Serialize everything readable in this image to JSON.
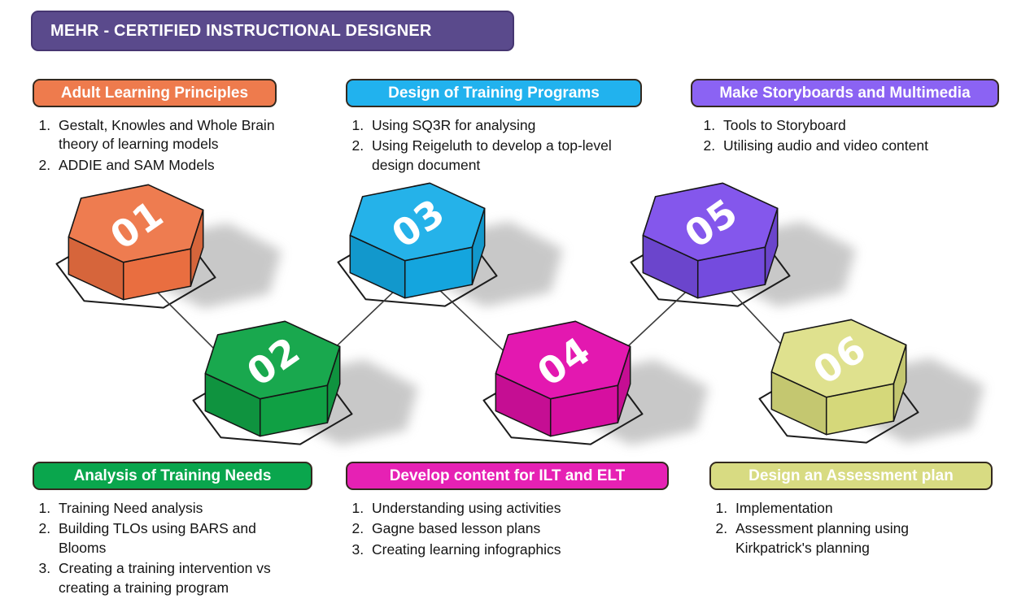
{
  "banner": {
    "title": "MEHR - CERTIFIED INSTRUCTIONAL DESIGNER",
    "bg": "#5a4a8c"
  },
  "sections": [
    {
      "id": "adult-learning-principles",
      "title": "Adult Learning Principles",
      "color": "#ee7b4d",
      "items": [
        "Gestalt, Knowles and Whole Brain theory of learning models",
        "ADDIE and SAM Models"
      ]
    },
    {
      "id": "design-of-training-programs",
      "title": "Design of Training Programs",
      "color": "#21b2ee",
      "items": [
        "Using SQ3R for analysing",
        "Using Reigeluth to develop a top-level design document"
      ]
    },
    {
      "id": "make-storyboards-and-multimedia",
      "title": "Make Storyboards and Multimedia",
      "color": "#8b63f3",
      "items": [
        "Tools to Storyboard",
        "Utilising audio and video content"
      ]
    },
    {
      "id": "analysis-of-training-needs",
      "title": "Analysis of Training Needs",
      "color": "#0aa64d",
      "items": [
        "Training Need analysis",
        "Building TLOs using BARS and Blooms",
        "Creating a training intervention vs creating a training program"
      ]
    },
    {
      "id": "develop-content-for-ilt-and-elt",
      "title": "Develop content for ILT and ELT",
      "color": "#e621b4",
      "items": [
        "Understanding using activities",
        "Gagne based lesson plans",
        "Creating learning infographics"
      ]
    },
    {
      "id": "design-an-assessment-plan",
      "title": "Design an Assessment plan",
      "color": "#d8db82",
      "items": [
        "Implementation",
        "Assessment planning using Kirkpatrick's planning"
      ]
    }
  ],
  "hexagons": [
    {
      "label": "01",
      "top": "#ee7c50",
      "side": "#e96e40"
    },
    {
      "label": "02",
      "top": "#19a84e",
      "side": "#10a044"
    },
    {
      "label": "03",
      "top": "#25b2e9",
      "side": "#14a5de"
    },
    {
      "label": "04",
      "top": "#e318b0",
      "side": "#d60fa0"
    },
    {
      "label": "05",
      "top": "#8457ec",
      "side": "#744bde"
    },
    {
      "label": "06",
      "top": "#dfe18e",
      "side": "#d5d87a"
    }
  ],
  "connector_color": "#3a3a3a",
  "number_text_color": "#ffffff"
}
